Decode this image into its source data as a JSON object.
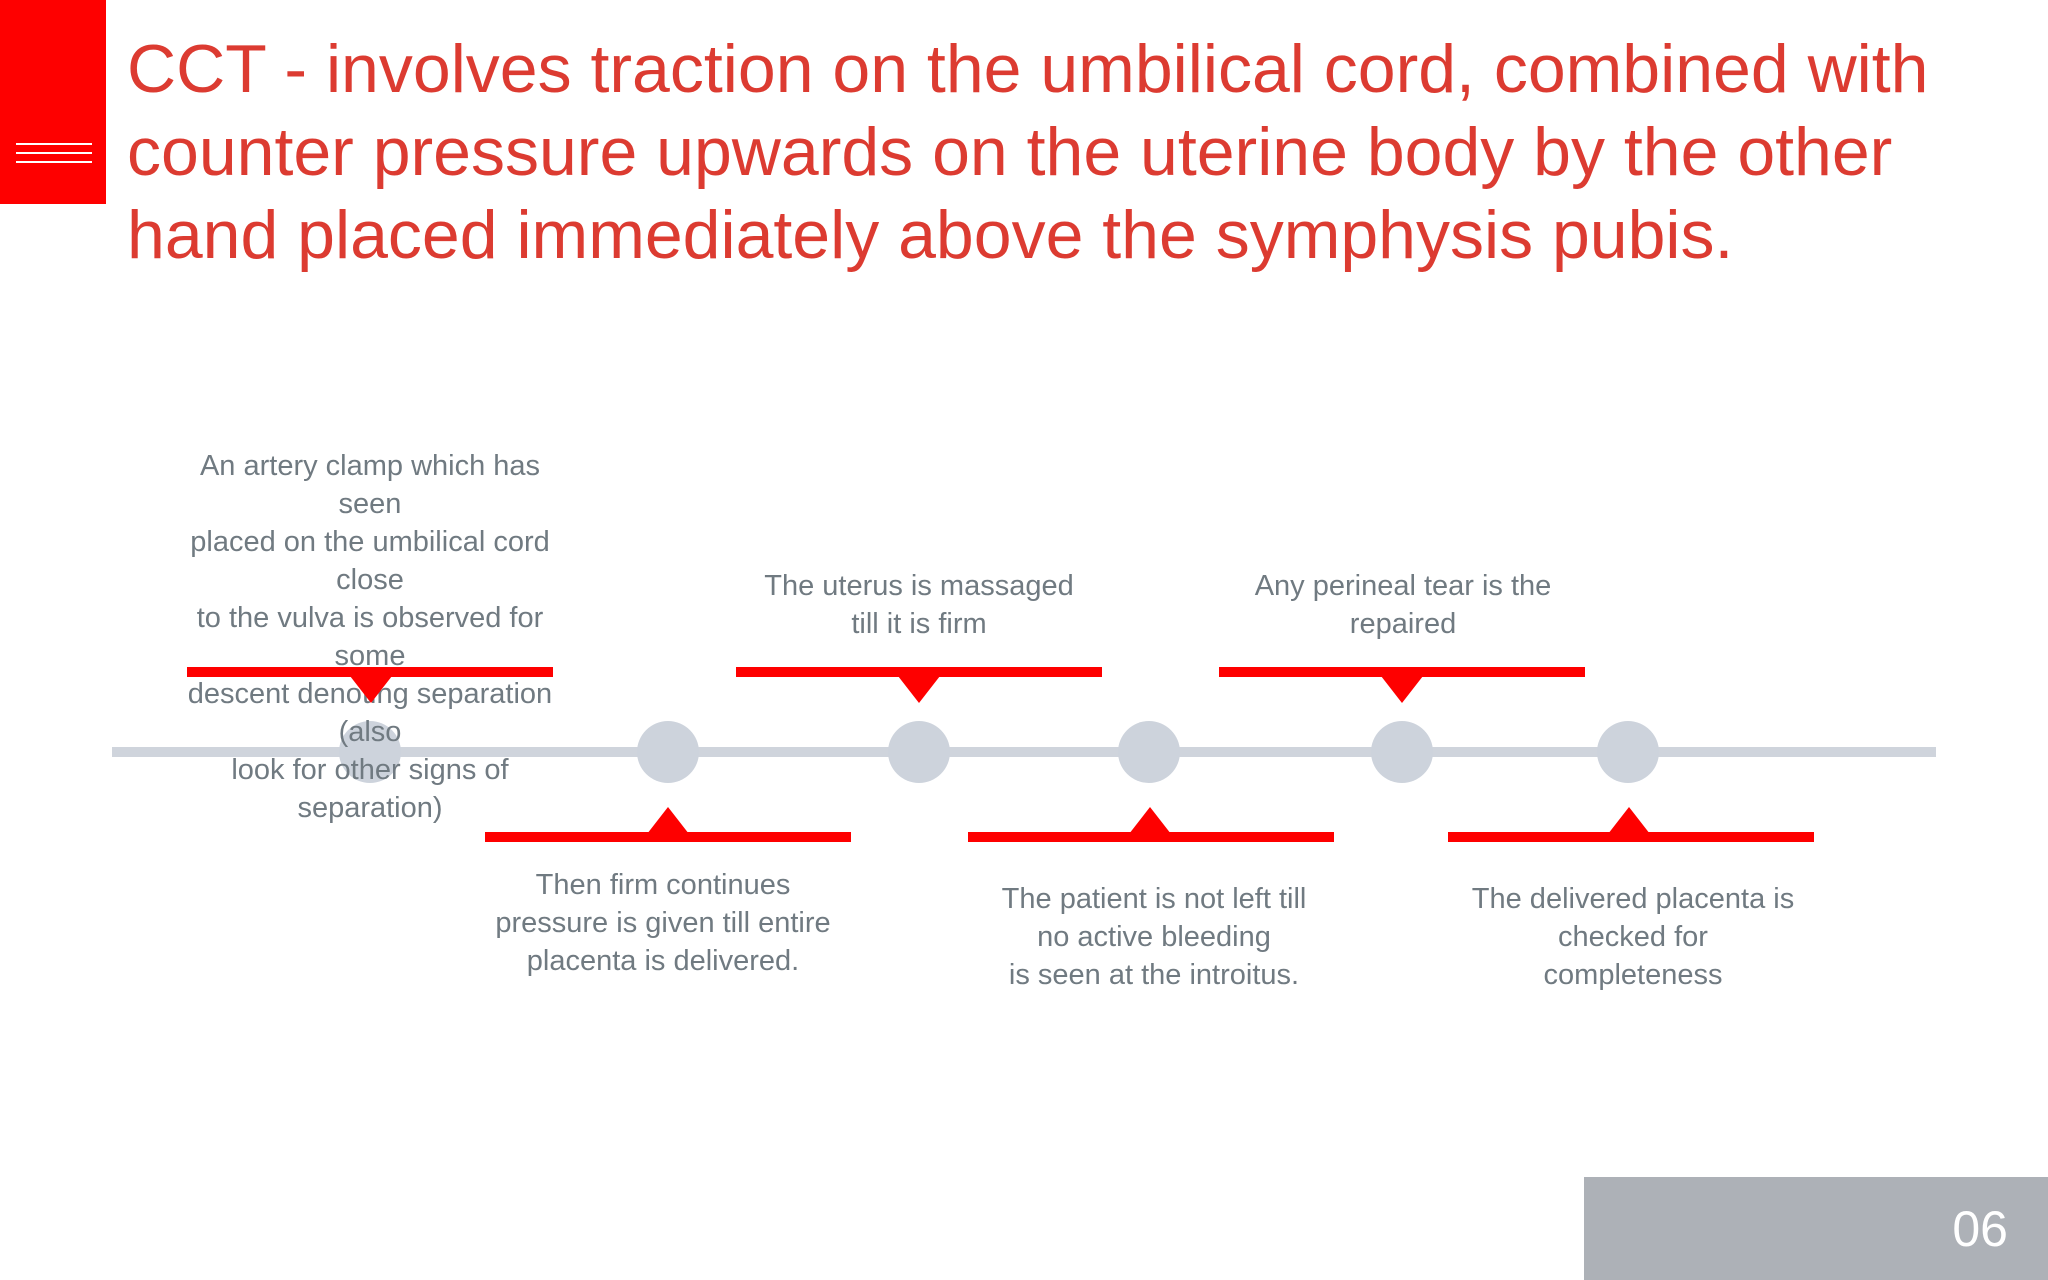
{
  "title": "CCT - involves traction on the umbilical cord, combined with counter pressure upwards on the uterine body by the other hand placed immediately above the symphysis pubis.",
  "steps": [
    {
      "text": "An artery clamp which has seen\nplaced on the umbilical cord close\nto the vulva is observed for some\ndescent denoting separation (also\nlook for other signs of separation)"
    },
    {
      "text": "Then firm continues\npressure is given till entire\nplacenta is delivered."
    },
    {
      "text": "The uterus is massaged\ntill it is firm"
    },
    {
      "text": "The patient is not left till\nno active bleeding\nis seen at the introitus."
    },
    {
      "text": "Any perineal tear is the\nrepaired"
    },
    {
      "text": "The delivered placenta is\nchecked for\ncompleteness"
    }
  ],
  "page_number": "06",
  "colors": {
    "accent": "#fe0000",
    "title": "#dc3b31",
    "text": "#707a81",
    "timeline": "#cfd4dc",
    "footer": "#adb1b7"
  },
  "icons": {
    "menu": "hamburger-menu-icon"
  }
}
